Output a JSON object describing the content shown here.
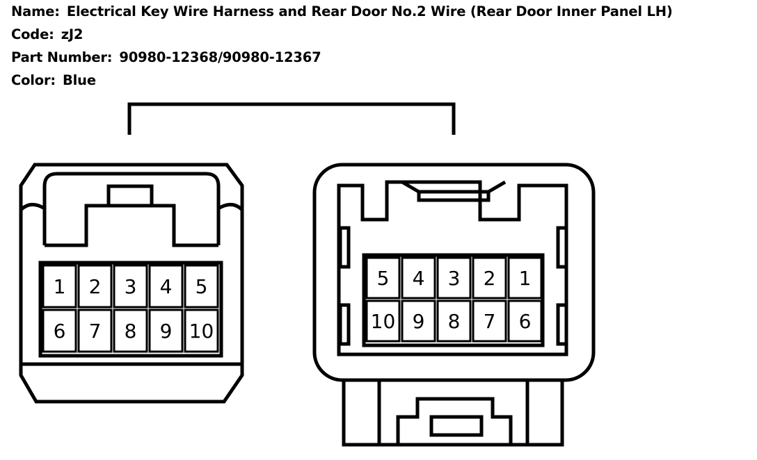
{
  "info": {
    "name_label": "Name:",
    "name_value": "Electrical Key Wire Harness and Rear Door No.2 Wire (Rear Door Inner Panel LH)",
    "code_label": "Code:",
    "code_value": "zJ2",
    "part_label": "Part Number:",
    "part_value": "90980-12368/90980-12367",
    "color_label": "Color:",
    "color_value": "Blue"
  },
  "left_connector": {
    "row1": [
      "1",
      "2",
      "3",
      "4",
      "5"
    ],
    "row2": [
      "6",
      "7",
      "8",
      "9",
      "10"
    ]
  },
  "right_connector": {
    "row1": [
      "5",
      "4",
      "3",
      "2",
      "1"
    ],
    "row2": [
      "10",
      "9",
      "8",
      "7",
      "6"
    ]
  }
}
